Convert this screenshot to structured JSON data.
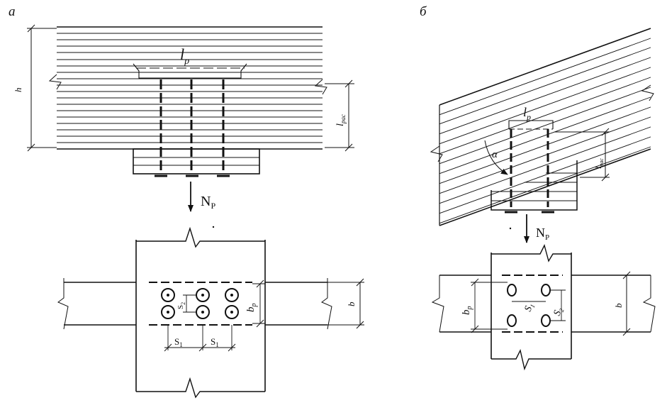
{
  "panels": {
    "a": {
      "label": "а"
    },
    "b": {
      "label": "б"
    }
  },
  "annotations": {
    "a_h": "h",
    "a_lp_main": "l",
    "a_lp_sub": "p",
    "a_lras_main": "l",
    "a_lras_sub": "рас",
    "a_N_main": "N",
    "a_N_sub": "P",
    "a_s2_main": "S",
    "a_s2_sub": "2",
    "a_bp_main": "b",
    "a_bp_sub": "p",
    "a_b": "b",
    "a_s1a_main": "S",
    "a_s1a_sub": "1",
    "a_s1b_main": "S",
    "a_s1b_sub": "1",
    "b_lp_main": "l",
    "b_lp_sub": "p",
    "b_alpha": "α",
    "b_lras_main": "l",
    "b_lras_sub": "рас",
    "b_N_main": "N",
    "b_N_sub": "P",
    "b_bp_main": "b",
    "b_bp_sub": "p",
    "b_s1_main": "S",
    "b_s1_sub": "1",
    "b_s2_main": "S",
    "b_s2_sub": "2",
    "b_b": "b"
  },
  "colors": {
    "ink": "#111111",
    "paper": "#ffffff"
  }
}
